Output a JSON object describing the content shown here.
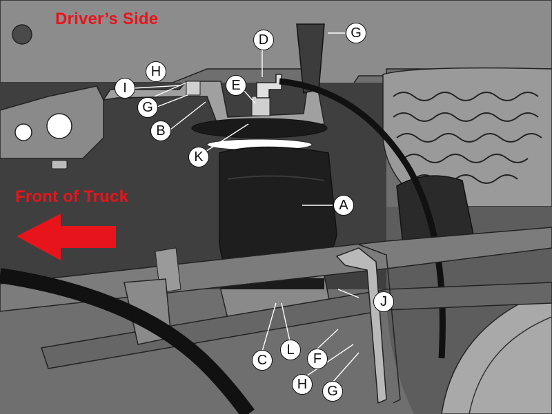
{
  "titles": {
    "drivers_side": "Driver’s Side",
    "front_of_truck": "Front of Truck"
  },
  "arrow": {
    "direction": "left",
    "color": "#e8141b"
  },
  "callouts": {
    "A": "A",
    "B": "B",
    "C": "C",
    "D": "D",
    "E": "E",
    "F": "F",
    "G1": "G",
    "G2": "G",
    "G3": "G",
    "H1": "H",
    "H2": "H",
    "I": "I",
    "J": "J",
    "K": "K",
    "L": "L"
  },
  "colors": {
    "label_red": "#e8141b",
    "frame_gray": "#6f6f6f",
    "air_bag": "#1e1e1e",
    "tire": "#9a9a9a"
  }
}
